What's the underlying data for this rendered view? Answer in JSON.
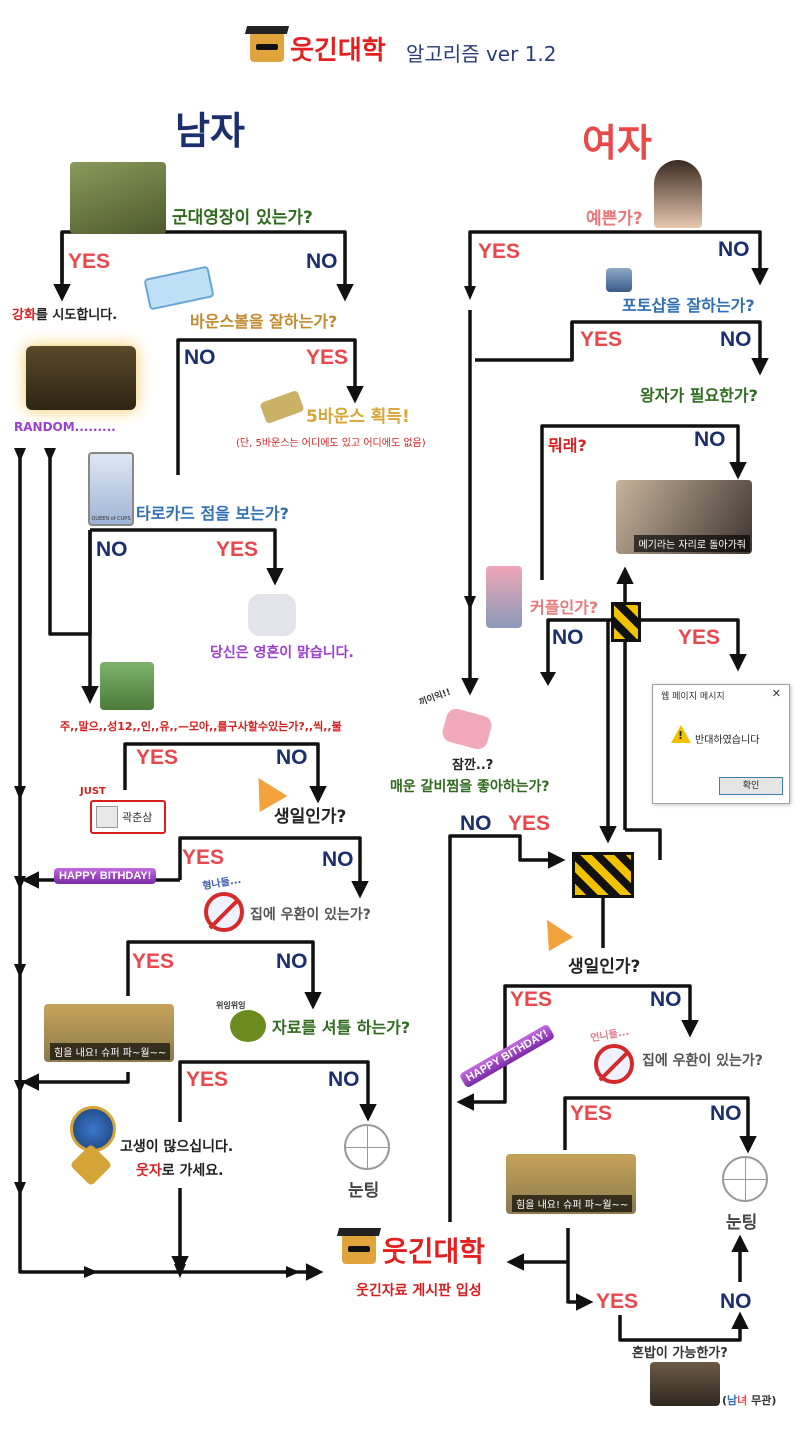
{
  "header": {
    "logo": "웃긴대학",
    "title": "알고리즘 ver 1.2"
  },
  "sections": {
    "male": "남자",
    "female": "여자"
  },
  "labels": {
    "yes": "YES",
    "no": "NO"
  },
  "male": {
    "q_military": "군대영장이 있는가?",
    "reinforce_red": "강화",
    "reinforce_rest": "를 시도합니다.",
    "random": "RANDOM.........",
    "q_bounceball": "바운스볼을 잘하는가?",
    "bounce_get": "5바운스 획득!",
    "bounce_note": "(단, 5바운스는 어디에도 있고 어디에도 없음)",
    "q_tarot": "타로카드 점을 보는가?",
    "tarot_card": "QUEEN of CUPS",
    "pure_soul": "당신은 영혼이 맑습니다.",
    "q_curse": "주,,말으,,성12,,인,,유,,—모아,,를구사할수있는가?,,씩,,불",
    "just": "JUST",
    "kwak": "곽춘삼",
    "q_birthday": "생일인가?",
    "happy": "HAPPY BITHDAY!",
    "q_family": "집에 우환이 있는가?",
    "hyeong": "형나들...",
    "cheer_caption": "힘을 내요! 슈퍼 파~월~~",
    "q_share": "자료를 셔틀 하는가?",
    "wiing": "위잉위잉",
    "hard_line1": "고생이 많으십니다.",
    "hard_line2_red": "웃자",
    "hard_line2_rest": "로 가세요.",
    "nunting": "눈팅"
  },
  "female": {
    "q_pretty": "예쁜가?",
    "q_photoshop": "포토샵을 잘하는가?",
    "q_prince": "왕자가 필요한가?",
    "mworae": "뭐래?",
    "scene_caption": "메기라는 자리로 돌아가줘",
    "q_couple": "커플인가?",
    "dialog_title": "웹 페이지 메시지",
    "dialog_x": "✕",
    "dialog_msg": "반대하였습니다",
    "dialog_btn": "확인",
    "kkiik": "끼이익!!",
    "jamkkan": "잠깐..?",
    "q_galbi": "매운 갈비찜을 좋아하는가?",
    "q_birthday": "생일인가?",
    "happy": "HAPPY BITHDAY!",
    "eonni": "언니들...",
    "q_family": "집에 우환이 있는가?",
    "cheer_caption": "힘을 내요! 슈퍼 파~월~~",
    "nunting": "눈팅",
    "q_solo": "혼밥이 가능한가?",
    "solo_note_open": "(",
    "solo_note_nam": "남",
    "solo_note_yeo": "녀",
    "solo_note_rest": " 무관)"
  },
  "final": {
    "logo": "웃긴대학",
    "enter": "웃긴자료 게시판 입성"
  },
  "colors": {
    "line": "#111111",
    "red": "#e8474c",
    "navy": "#1b2f6e",
    "female_title": "#e84a4a",
    "male_title": "#1b2f6e"
  }
}
